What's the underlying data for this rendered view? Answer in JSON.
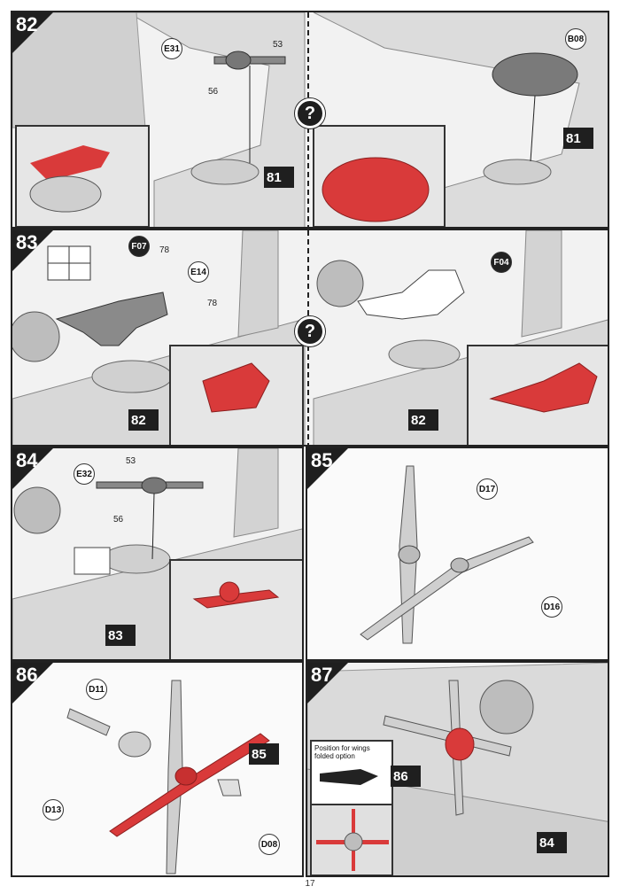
{
  "page_number": "17",
  "steps": {
    "s82": "82",
    "s83": "83",
    "s84": "84",
    "s85": "85",
    "s86": "86",
    "s87": "87"
  },
  "callouts": {
    "e31": "E31",
    "b08": "B08",
    "f07": "F07",
    "e14": "E14",
    "f04": "F04",
    "e32": "E32",
    "d17": "D17",
    "d16": "D16",
    "d11": "D11",
    "d13": "D13",
    "d08": "D08"
  },
  "part_numbers": {
    "p53a": "53",
    "p56a": "56",
    "p78a": "78",
    "p78b": "78",
    "p53b": "53",
    "p56b": "56"
  },
  "refs": {
    "r81a": "81",
    "r81b": "81",
    "r82a": "82",
    "r82b": "82",
    "r83": "83",
    "r85": "85",
    "r86": "86",
    "r84": "84"
  },
  "question_mark": "?",
  "wings_note": "Position for wings folded option",
  "colors": {
    "highlight_red": "#d93a3a",
    "dark": "#1f1f1f",
    "panel_bg": "#f2f2f2"
  }
}
